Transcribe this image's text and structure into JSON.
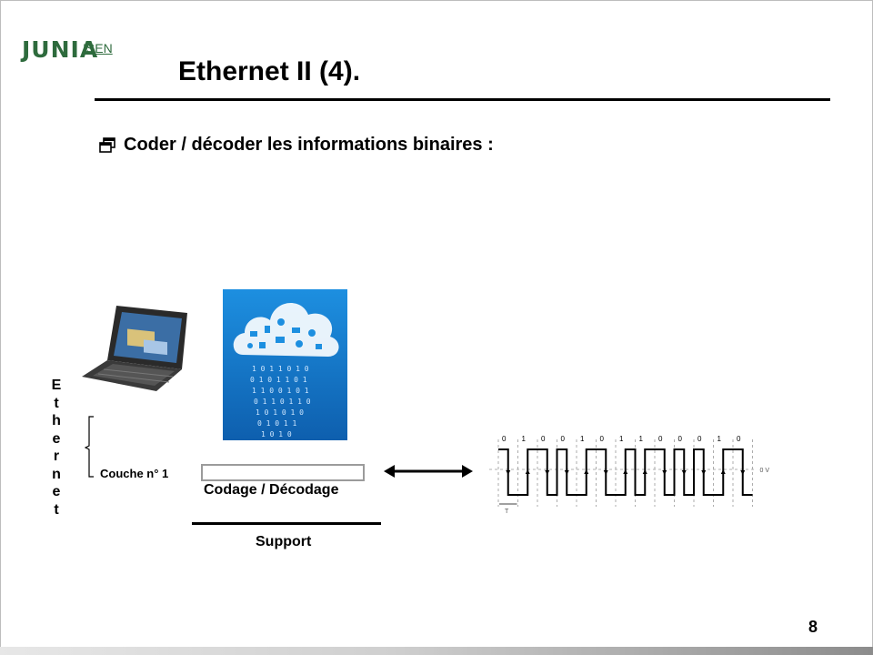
{
  "logo": {
    "brand": "JUNIA",
    "sub": "ISEN"
  },
  "slide": {
    "title": "Ethernet II (4).",
    "bullet": "Coder / décoder les informations binaires :",
    "page_number": "8"
  },
  "diagram": {
    "vertical_word": [
      "E",
      "t",
      "h",
      "e",
      "r",
      "n",
      "e",
      "t"
    ],
    "layer_label": "Couche n° 1",
    "codage_label": "Codage / Décodage",
    "support_label": "Support",
    "signal": {
      "bits": [
        "0",
        "1",
        "0",
        "0",
        "1",
        "0",
        "1",
        "1",
        "0",
        "0",
        "0",
        "1",
        "0"
      ],
      "zero_level_label": "0 V",
      "period_label": "T"
    }
  },
  "icons": {
    "bullet": "window-icon",
    "brace": "brace-icon",
    "arrow": "double-arrow-icon",
    "laptop": "laptop-icon",
    "cloud": "cloud-data-icon"
  },
  "colors": {
    "logo_green": "#2e6b3d",
    "cloud_blue": "#1e88d8",
    "box_border": "#9b9b9b"
  }
}
